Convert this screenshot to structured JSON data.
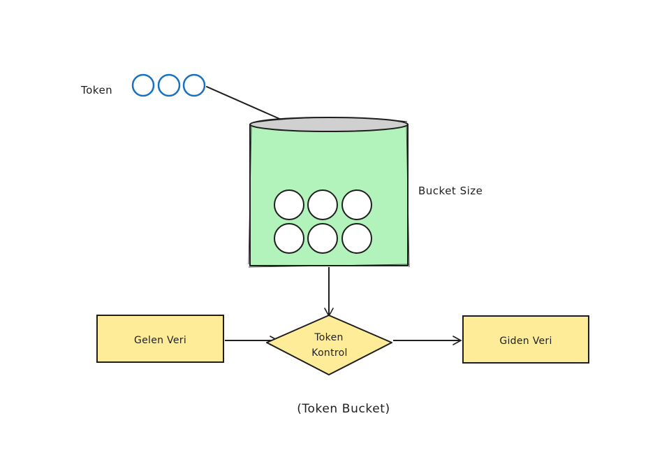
{
  "labels": {
    "token": "Token",
    "bucket_size": "Bucket Size",
    "incoming": "Gelen Veri",
    "decision_line1": "Token",
    "decision_line2": "Kontrol",
    "outgoing": "Giden Veri",
    "caption": "(Token Bucket)"
  },
  "tokens_outside": 3,
  "tokens_in_bucket": 6,
  "colors": {
    "bucket_fill": "#b2f2bb",
    "bucket_top": "#d0d0d0",
    "box_fill": "#ffec99",
    "token_stroke": "#1971c2",
    "stroke": "#1e1e1e"
  }
}
